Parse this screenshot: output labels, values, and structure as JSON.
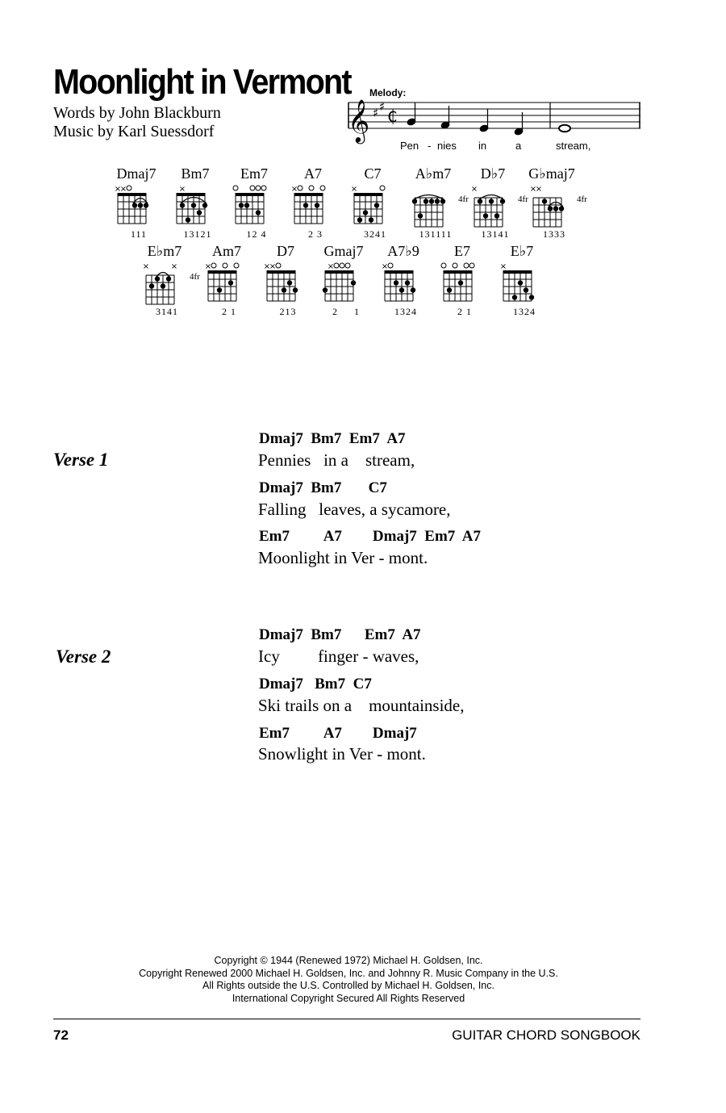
{
  "song": {
    "title": "Moonlight in Vermont",
    "words_credit": "Words by John Blackburn",
    "music_credit": "Music by Karl Suessdorf"
  },
  "melody": {
    "label": "Melody:",
    "lyrics": [
      "Pen",
      "-",
      "nies",
      "in",
      "a",
      "stream,"
    ]
  },
  "chords": [
    {
      "name": "Dmaj7",
      "fingering": "111",
      "fret": ""
    },
    {
      "name": "Bm7",
      "fingering": "13121",
      "fret": ""
    },
    {
      "name": "Em7",
      "fingering": "12 4",
      "fret": ""
    },
    {
      "name": "A7",
      "fingering": "2 3",
      "fret": ""
    },
    {
      "name": "C7",
      "fingering": "3241",
      "fret": ""
    },
    {
      "name": "A♭m7",
      "fingering": "131111",
      "fret": "4fr"
    },
    {
      "name": "D♭7",
      "fingering": "13141",
      "fret": "4fr"
    },
    {
      "name": "G♭maj7",
      "fingering": "1333",
      "fret": "4fr"
    },
    {
      "name": "E♭m7",
      "fingering": "3141",
      "fret": "4fr"
    },
    {
      "name": "Am7",
      "fingering": "2 1",
      "fret": ""
    },
    {
      "name": "D7",
      "fingering": "213",
      "fret": ""
    },
    {
      "name": "Gmaj7",
      "fingering": "2     1",
      "fret": ""
    },
    {
      "name": "A7♭9",
      "fingering": "1324",
      "fret": ""
    },
    {
      "name": "E7",
      "fingering": "2 1",
      "fret": ""
    },
    {
      "name": "E♭7",
      "fingering": "1324",
      "fret": ""
    }
  ],
  "verse1": {
    "label": "Verse 1",
    "lines": [
      {
        "chords": "Dmaj7  Bm7  Em7  A7",
        "lyric": "Pennies   in a    stream,"
      },
      {
        "chords": "Dmaj7  Bm7       C7",
        "lyric": "Falling   leaves, a sycamore,"
      },
      {
        "chords": "Em7         A7        Dmaj7  Em7  A7",
        "lyric": "Moonlight in Ver - mont."
      }
    ]
  },
  "verse2": {
    "label": "Verse 2",
    "lines": [
      {
        "chords": "Dmaj7  Bm7      Em7  A7",
        "lyric": "Icy         finger - waves,"
      },
      {
        "chords": "Dmaj7   Bm7  C7",
        "lyric": "Ski trails on a    mountainside,"
      },
      {
        "chords": "Em7         A7        Dmaj7",
        "lyric": "Snowlight in Ver - mont."
      }
    ]
  },
  "copyright": [
    "Copyright © 1944 (Renewed 1972) Michael H. Goldsen, Inc.",
    "Copyright Renewed 2000 Michael H. Goldsen, Inc. and Johnny R. Music Company in the U.S.",
    "All Rights outside the U.S. Controlled by Michael H. Goldsen, Inc.",
    "International Copyright Secured   All Rights Reserved"
  ],
  "footer": {
    "page_number": "72",
    "book_title": "GUITAR CHORD SONGBOOK"
  }
}
